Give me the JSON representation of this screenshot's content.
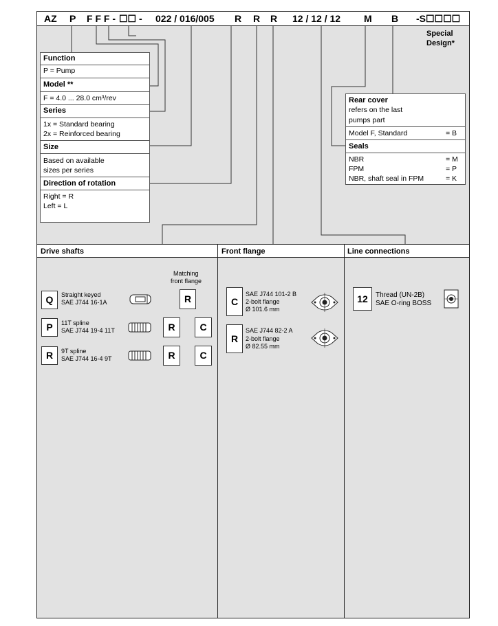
{
  "code": {
    "az": "AZ",
    "p": "P",
    "fff": "F F F -",
    "boxes": "☐☐ -",
    "size": "022 / 016/005",
    "r1": "R",
    "r2": "R",
    "r3": "R",
    "conn": "12 / 12 / 12",
    "m": "M",
    "b": "B",
    "special": "-S☐☐☐☐"
  },
  "special_design": {
    "line1": "Special",
    "line2": "Design*"
  },
  "left_table": {
    "function_title": "Function",
    "function_value": "P = Pump",
    "model_title": "Model **",
    "model_value": "F = 4.0 ... 28.0 cm³/rev",
    "series_title": "Series",
    "series_value1": "1x = Standard bearing",
    "series_value2": "2x = Reinforced bearing",
    "size_title": "Size",
    "size_value1": "Based on available",
    "size_value2": "sizes per series",
    "rotation_title": "Direction of rotation",
    "rotation_value1": "Right = R",
    "rotation_value2": "Left = L"
  },
  "right_table": {
    "rear_title": "Rear cover",
    "rear_value1": "refers on the last",
    "rear_value2": "pumps part",
    "rear_model": "Model F, Standard",
    "rear_model_code": "= B",
    "seals_title": "Seals",
    "seals": [
      {
        "name": "NBR",
        "code": "= M"
      },
      {
        "name": "FPM",
        "code": "= P"
      },
      {
        "name": "NBR, shaft seal in FPM",
        "code": "= K"
      }
    ]
  },
  "sections": {
    "drive_shafts": "Drive shafts",
    "front_flange": "Front flange",
    "line_connections": "Line connections"
  },
  "drive": {
    "matching1": "Matching",
    "matching2": "front flange",
    "rows": [
      {
        "letter": "Q",
        "l1": "Straight keyed",
        "l2": "SAE J744 16-1A",
        "m1": "R",
        "m2": ""
      },
      {
        "letter": "P",
        "l1": "11T spline",
        "l2": "SAE J744 19-4 11T",
        "m1": "R",
        "m2": "C"
      },
      {
        "letter": "R",
        "l1": "9T spline",
        "l2": "SAE J744 16-4 9T",
        "m1": "R",
        "m2": "C"
      }
    ]
  },
  "flange": {
    "rows": [
      {
        "letter": "C",
        "l1": "SAE J744 101-2 B",
        "l2": "2-bolt flange",
        "l3": "Ø 101.6 mm"
      },
      {
        "letter": "R",
        "l1": "SAE J744 82-2 A",
        "l2": "2-bolt flange",
        "l3": "Ø 82.55 mm"
      }
    ]
  },
  "connection": {
    "code": "12",
    "l1": "Thread (UN-2B)",
    "l2": "SAE O-ring BOSS"
  }
}
